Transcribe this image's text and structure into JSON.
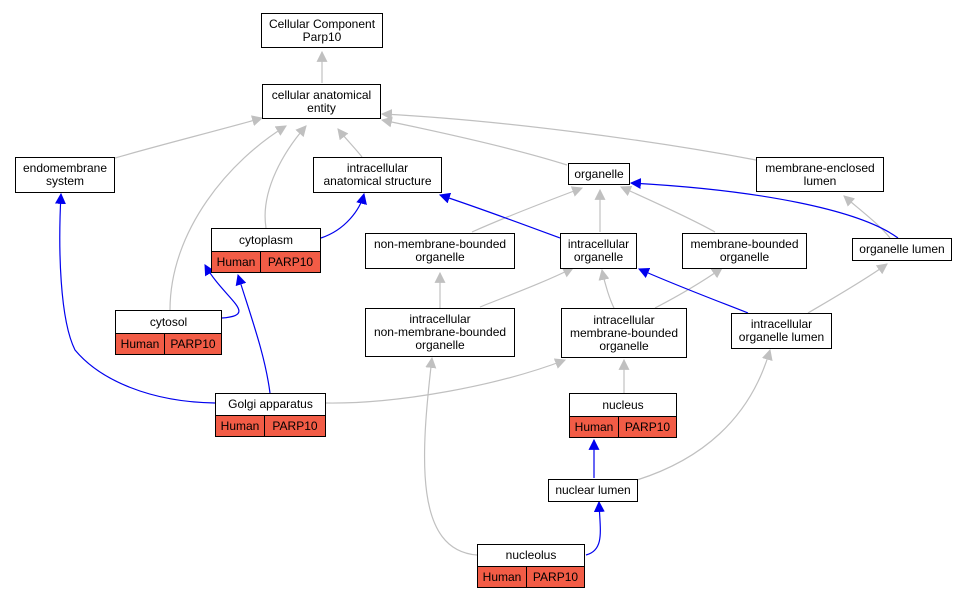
{
  "nodes": {
    "root": {
      "lines": [
        "Cellular Component",
        "Parp10"
      ]
    },
    "cae": {
      "lines": [
        "cellular anatomical",
        "entity"
      ]
    },
    "endo": {
      "lines": [
        "endomembrane",
        "system"
      ]
    },
    "ias": {
      "lines": [
        "intracellular",
        "anatomical structure"
      ]
    },
    "organelle": {
      "lines": [
        "organelle"
      ]
    },
    "mel": {
      "lines": [
        "membrane-enclosed",
        "lumen"
      ]
    },
    "cytoplasm": {
      "lines": [
        "cytoplasm"
      ],
      "annotation": {
        "species": "Human",
        "gene": "PARP10"
      }
    },
    "nmbo": {
      "lines": [
        "non-membrane-bounded",
        "organelle"
      ]
    },
    "io": {
      "lines": [
        "intracellular",
        "organelle"
      ]
    },
    "mbo": {
      "lines": [
        "membrane-bounded",
        "organelle"
      ]
    },
    "ol": {
      "lines": [
        "organelle lumen"
      ]
    },
    "cytosol": {
      "lines": [
        "cytosol"
      ],
      "annotation": {
        "species": "Human",
        "gene": "PARP10"
      }
    },
    "inmbo": {
      "lines": [
        "intracellular",
        "non-membrane-bounded",
        "organelle"
      ]
    },
    "imbo": {
      "lines": [
        "intracellular",
        "membrane-bounded",
        "organelle"
      ]
    },
    "iol": {
      "lines": [
        "intracellular",
        "organelle lumen"
      ]
    },
    "golgi": {
      "lines": [
        "Golgi apparatus"
      ],
      "annotation": {
        "species": "Human",
        "gene": "PARP10"
      }
    },
    "nucleus": {
      "lines": [
        "nucleus"
      ],
      "annotation": {
        "species": "Human",
        "gene": "PARP10"
      }
    },
    "nlumen": {
      "lines": [
        "nuclear lumen"
      ]
    },
    "nucleolus": {
      "lines": [
        "nucleolus"
      ],
      "annotation": {
        "species": "Human",
        "gene": "PARP10"
      }
    }
  },
  "colors": {
    "is_a_edge": "#c0c0c0",
    "part_of_edge": "#0000ee",
    "annotation_fill": "#f25c46"
  }
}
